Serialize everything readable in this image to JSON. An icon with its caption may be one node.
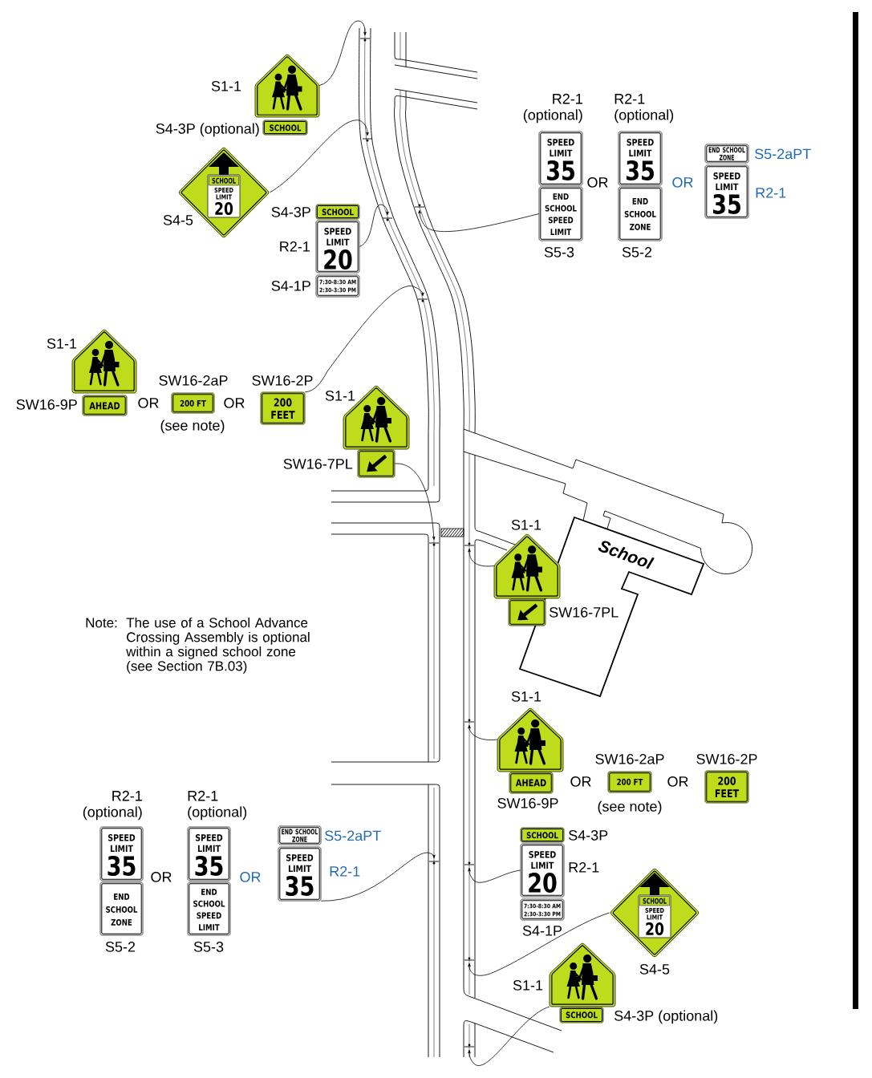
{
  "diagram": {
    "nodes": [
      {
        "text": [],
        "shape": "picture",
        "beside": [
          "S1-1"
        ]
      },
      {
        "text": [
          "SCHOOL"
        ],
        "beside": [
          "S4-3P (optional)"
        ]
      },
      {
        "text": [
          "SCHOOL",
          "SPEED LIMIT",
          "20"
        ],
        "beside": [
          "S4-5"
        ]
      },
      {
        "text": [
          "SCHOOL"
        ],
        "beside": [
          "S4-3P"
        ]
      },
      {
        "text": [
          "SPEED LIMIT",
          "20"
        ],
        "beside": [
          "R2-1"
        ]
      },
      {
        "text": [
          "7:30-8:30 AM",
          "2:30-3:30 PM"
        ],
        "beside": [
          "S4-1P"
        ]
      },
      {
        "text": [
          "SPEED LIMIT",
          "35"
        ],
        "beside": [
          "R2-1 (optional)"
        ]
      },
      {
        "text": [
          "END SCHOOL SPEED LIMIT"
        ],
        "beside": [
          "S5-3"
        ]
      },
      {
        "text": [
          "SPEED LIMIT",
          "35"
        ],
        "beside": [
          "R2-1 (optional)"
        ]
      },
      {
        "text": [
          "END SCHOOL ZONE"
        ],
        "beside": [
          "S5-2"
        ]
      },
      {
        "text": [
          "END SCHOOL ZONE"
        ],
        "beside": [
          "S5-2aPT"
        ]
      },
      {
        "text": [
          "SPEED LIMIT",
          "35"
        ],
        "beside": [
          "R2-1"
        ]
      },
      {
        "text": [],
        "shape": "picture",
        "beside": [
          "S1-1"
        ]
      },
      {
        "text": [
          "AHEAD"
        ],
        "beside": [
          "SW16-9P"
        ]
      },
      {
        "text": [
          "200 FT"
        ],
        "beside": [
          "SW16-2aP",
          "(see note)"
        ]
      },
      {
        "text": [
          "200 FEET"
        ],
        "beside": [
          "SW16-2P"
        ]
      },
      {
        "text": [],
        "shape": "picture",
        "beside": [
          "S1-1"
        ]
      },
      {
        "text": [],
        "shape": "picture",
        "beside": [
          "SW16-7PL"
        ]
      },
      {
        "text": [
          "School"
        ]
      },
      {
        "text": [],
        "shape": "picture",
        "beside": [
          "S1-1"
        ]
      },
      {
        "text": [],
        "shape": "picture",
        "beside": [
          "SW16-7PL"
        ]
      },
      {
        "text": [],
        "shape": "picture",
        "beside": [
          "S1-1"
        ]
      },
      {
        "text": [
          "AHEAD"
        ],
        "beside": [
          "SW16-9P"
        ]
      },
      {
        "text": [
          "200 FT"
        ],
        "beside": [
          "SW16-2aP",
          "(see note)"
        ]
      },
      {
        "text": [
          "200 FEET"
        ],
        "beside": [
          "SW16-2P"
        ]
      },
      {
        "text": [
          "SCHOOL"
        ],
        "beside": [
          "S4-3P"
        ]
      },
      {
        "text": [
          "SPEED LIMIT",
          "20"
        ],
        "beside": [
          "R2-1"
        ]
      },
      {
        "text": [
          "7:30-8:30 AM",
          "2:30-3:30 PM"
        ],
        "beside": [
          "S4-1P"
        ]
      },
      {
        "text": [
          "SCHOOL",
          "SPEED LIMIT",
          "20"
        ],
        "beside": [
          "S4-5"
        ]
      },
      {
        "text": [],
        "shape": "picture",
        "beside": [
          "S1-1"
        ]
      },
      {
        "text": [
          "SCHOOL"
        ],
        "beside": [
          "S4-3P (optional)"
        ]
      },
      {
        "text": [
          "SPEED LIMIT",
          "35"
        ],
        "beside": [
          "R2-1 (optional)"
        ]
      },
      {
        "text": [
          "END SCHOOL ZONE"
        ],
        "beside": [
          "S5-2"
        ]
      },
      {
        "text": [
          "SPEED LIMIT",
          "35"
        ],
        "beside": [
          "R2-1 (optional)"
        ]
      },
      {
        "text": [
          "END SCHOOL SPEED LIMIT"
        ],
        "beside": [
          "S5-3"
        ]
      },
      {
        "text": [
          "END SCHOOL ZONE"
        ],
        "beside": [
          "S5-2aPT"
        ]
      },
      {
        "text": [
          "SPEED LIMIT",
          "35"
        ],
        "beside": [
          "R2-1"
        ]
      },
      {
        "text": [],
        "shape": "bar"
      },
      {
        "text": [],
        "shape": "bar"
      },
      {
        "text": [],
        "shape": "bar"
      },
      {
        "text": [],
        "shape": "bar"
      },
      {
        "text": [],
        "shape": "bar"
      },
      {
        "text": [],
        "shape": "bar"
      },
      {
        "text": [],
        "shape": "bar"
      },
      {
        "text": [],
        "shape": "bar"
      },
      {
        "text": [],
        "shape": "bar"
      },
      {
        "text": [],
        "shape": "bar"
      },
      {
        "text": [],
        "shape": "bar"
      },
      {
        "text": [],
        "shape": "bar"
      }
    ],
    "edges": [
      {
        "from": 0,
        "to": 37,
        "arrow": "to"
      },
      {
        "from": 2,
        "to": 38,
        "arrow": "to"
      },
      {
        "from": 4,
        "to": 39,
        "arrow": "to"
      },
      {
        "from": 7,
        "to": 40,
        "arrow": "to"
      },
      {
        "from": 15,
        "to": 41,
        "arrow": "to"
      },
      {
        "from": 17,
        "to": 42,
        "arrow": "to"
      },
      {
        "from": 19,
        "to": 43,
        "arrow": "to"
      },
      {
        "from": 21,
        "to": 44,
        "arrow": "to"
      },
      {
        "from": 26,
        "to": 45,
        "arrow": "to"
      },
      {
        "from": 28,
        "to": 46,
        "arrow": "to"
      },
      {
        "from": 29,
        "to": 47,
        "arrow": "to"
      },
      {
        "from": 36,
        "to": 48,
        "arrow": "to"
      }
    ],
    "labels": [
      "OR",
      "OR",
      "OR",
      "OR",
      "Note:",
      "The use of a School Advance Crossing Assembly is optional within a signed school zone (see Section 7B.03)",
      "OR",
      "OR",
      "OR",
      "OR"
    ]
  }
}
